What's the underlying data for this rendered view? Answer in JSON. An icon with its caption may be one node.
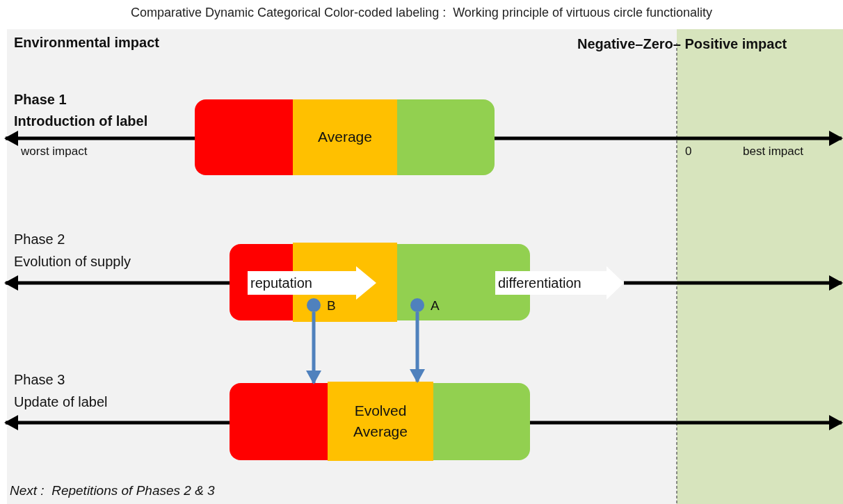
{
  "diagram": {
    "title": "Comparative Dynamic Categorical Color-coded labeling :  Working principle of virtuous circle functionality",
    "nodes": [
      {
        "text": [],
        "shape": "box"
      },
      {
        "text": [
          "Average"
        ]
      },
      {
        "text": [],
        "shape": "box"
      },
      {
        "text": [],
        "shape": "box"
      },
      {
        "text": [],
        "shape": "box"
      },
      {
        "text": [],
        "shape": "box"
      },
      {
        "text": [
          "reputation"
        ]
      },
      {
        "text": [
          "differentiation"
        ]
      },
      {
        "text": [],
        "shape": "circle",
        "beside": [
          "B"
        ],
        "in": 4
      },
      {
        "text": [],
        "shape": "circle",
        "beside": [
          "A"
        ],
        "in": 5
      },
      {
        "text": [],
        "shape": "box"
      },
      {
        "text": [
          "Evolved Average"
        ]
      },
      {
        "text": [],
        "shape": "box"
      }
    ],
    "edges": [
      {
        "from": 0,
        "to": null,
        "arrow": "to"
      },
      {
        "from": 2,
        "to": null,
        "arrow": "to"
      },
      {
        "from": 3,
        "to": null,
        "arrow": "to"
      },
      {
        "from": 7,
        "to": null,
        "arrow": "to"
      },
      {
        "from": 8,
        "to": 10,
        "arrow": "to",
        "color": "#4f81bd"
      },
      {
        "from": 9,
        "to": 11,
        "arrow": "to",
        "color": "#4f81bd"
      },
      {
        "from": 10,
        "to": null,
        "arrow": "to"
      },
      {
        "from": 12,
        "to": null,
        "arrow": "to"
      }
    ],
    "labels": [
      "Environmental impact",
      "Negative–Zero– Positive impact",
      "Phase 1",
      "Introduction of label",
      "worst impact",
      "0",
      "best impact",
      "Phase 2",
      "Evolution of supply",
      "Phase 3",
      "Update of label",
      "Next :  Repetitions of Phases 2 & 3"
    ]
  }
}
